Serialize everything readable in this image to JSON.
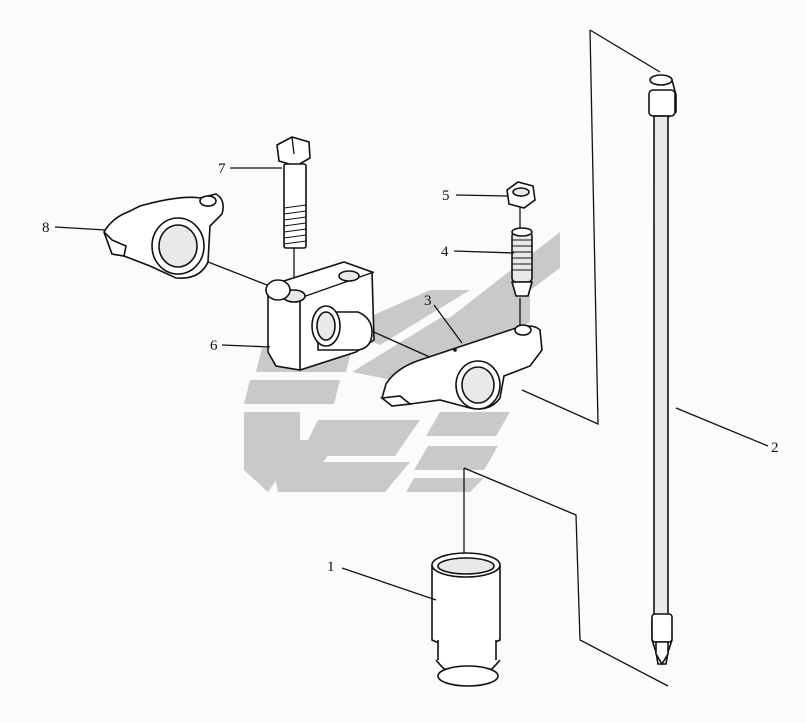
{
  "diagram": {
    "callouts": [
      {
        "id": "1",
        "text": "1",
        "part": "tappet"
      },
      {
        "id": "2",
        "text": "2",
        "part": "push-rod"
      },
      {
        "id": "3",
        "text": "3",
        "part": "rocker-arm-right"
      },
      {
        "id": "4",
        "text": "4",
        "part": "adjusting-screw"
      },
      {
        "id": "5",
        "text": "5",
        "part": "lock-nut"
      },
      {
        "id": "6",
        "text": "6",
        "part": "rocker-support"
      },
      {
        "id": "7",
        "text": "7",
        "part": "bolt"
      },
      {
        "id": "8",
        "text": "8",
        "part": "rocker-arm-left"
      }
    ],
    "watermark": {
      "icon": "stylized-logo-watermark",
      "color": "#c9c9c9"
    },
    "colors": {
      "ink": "#111111",
      "background": "#fbfbfb"
    }
  }
}
